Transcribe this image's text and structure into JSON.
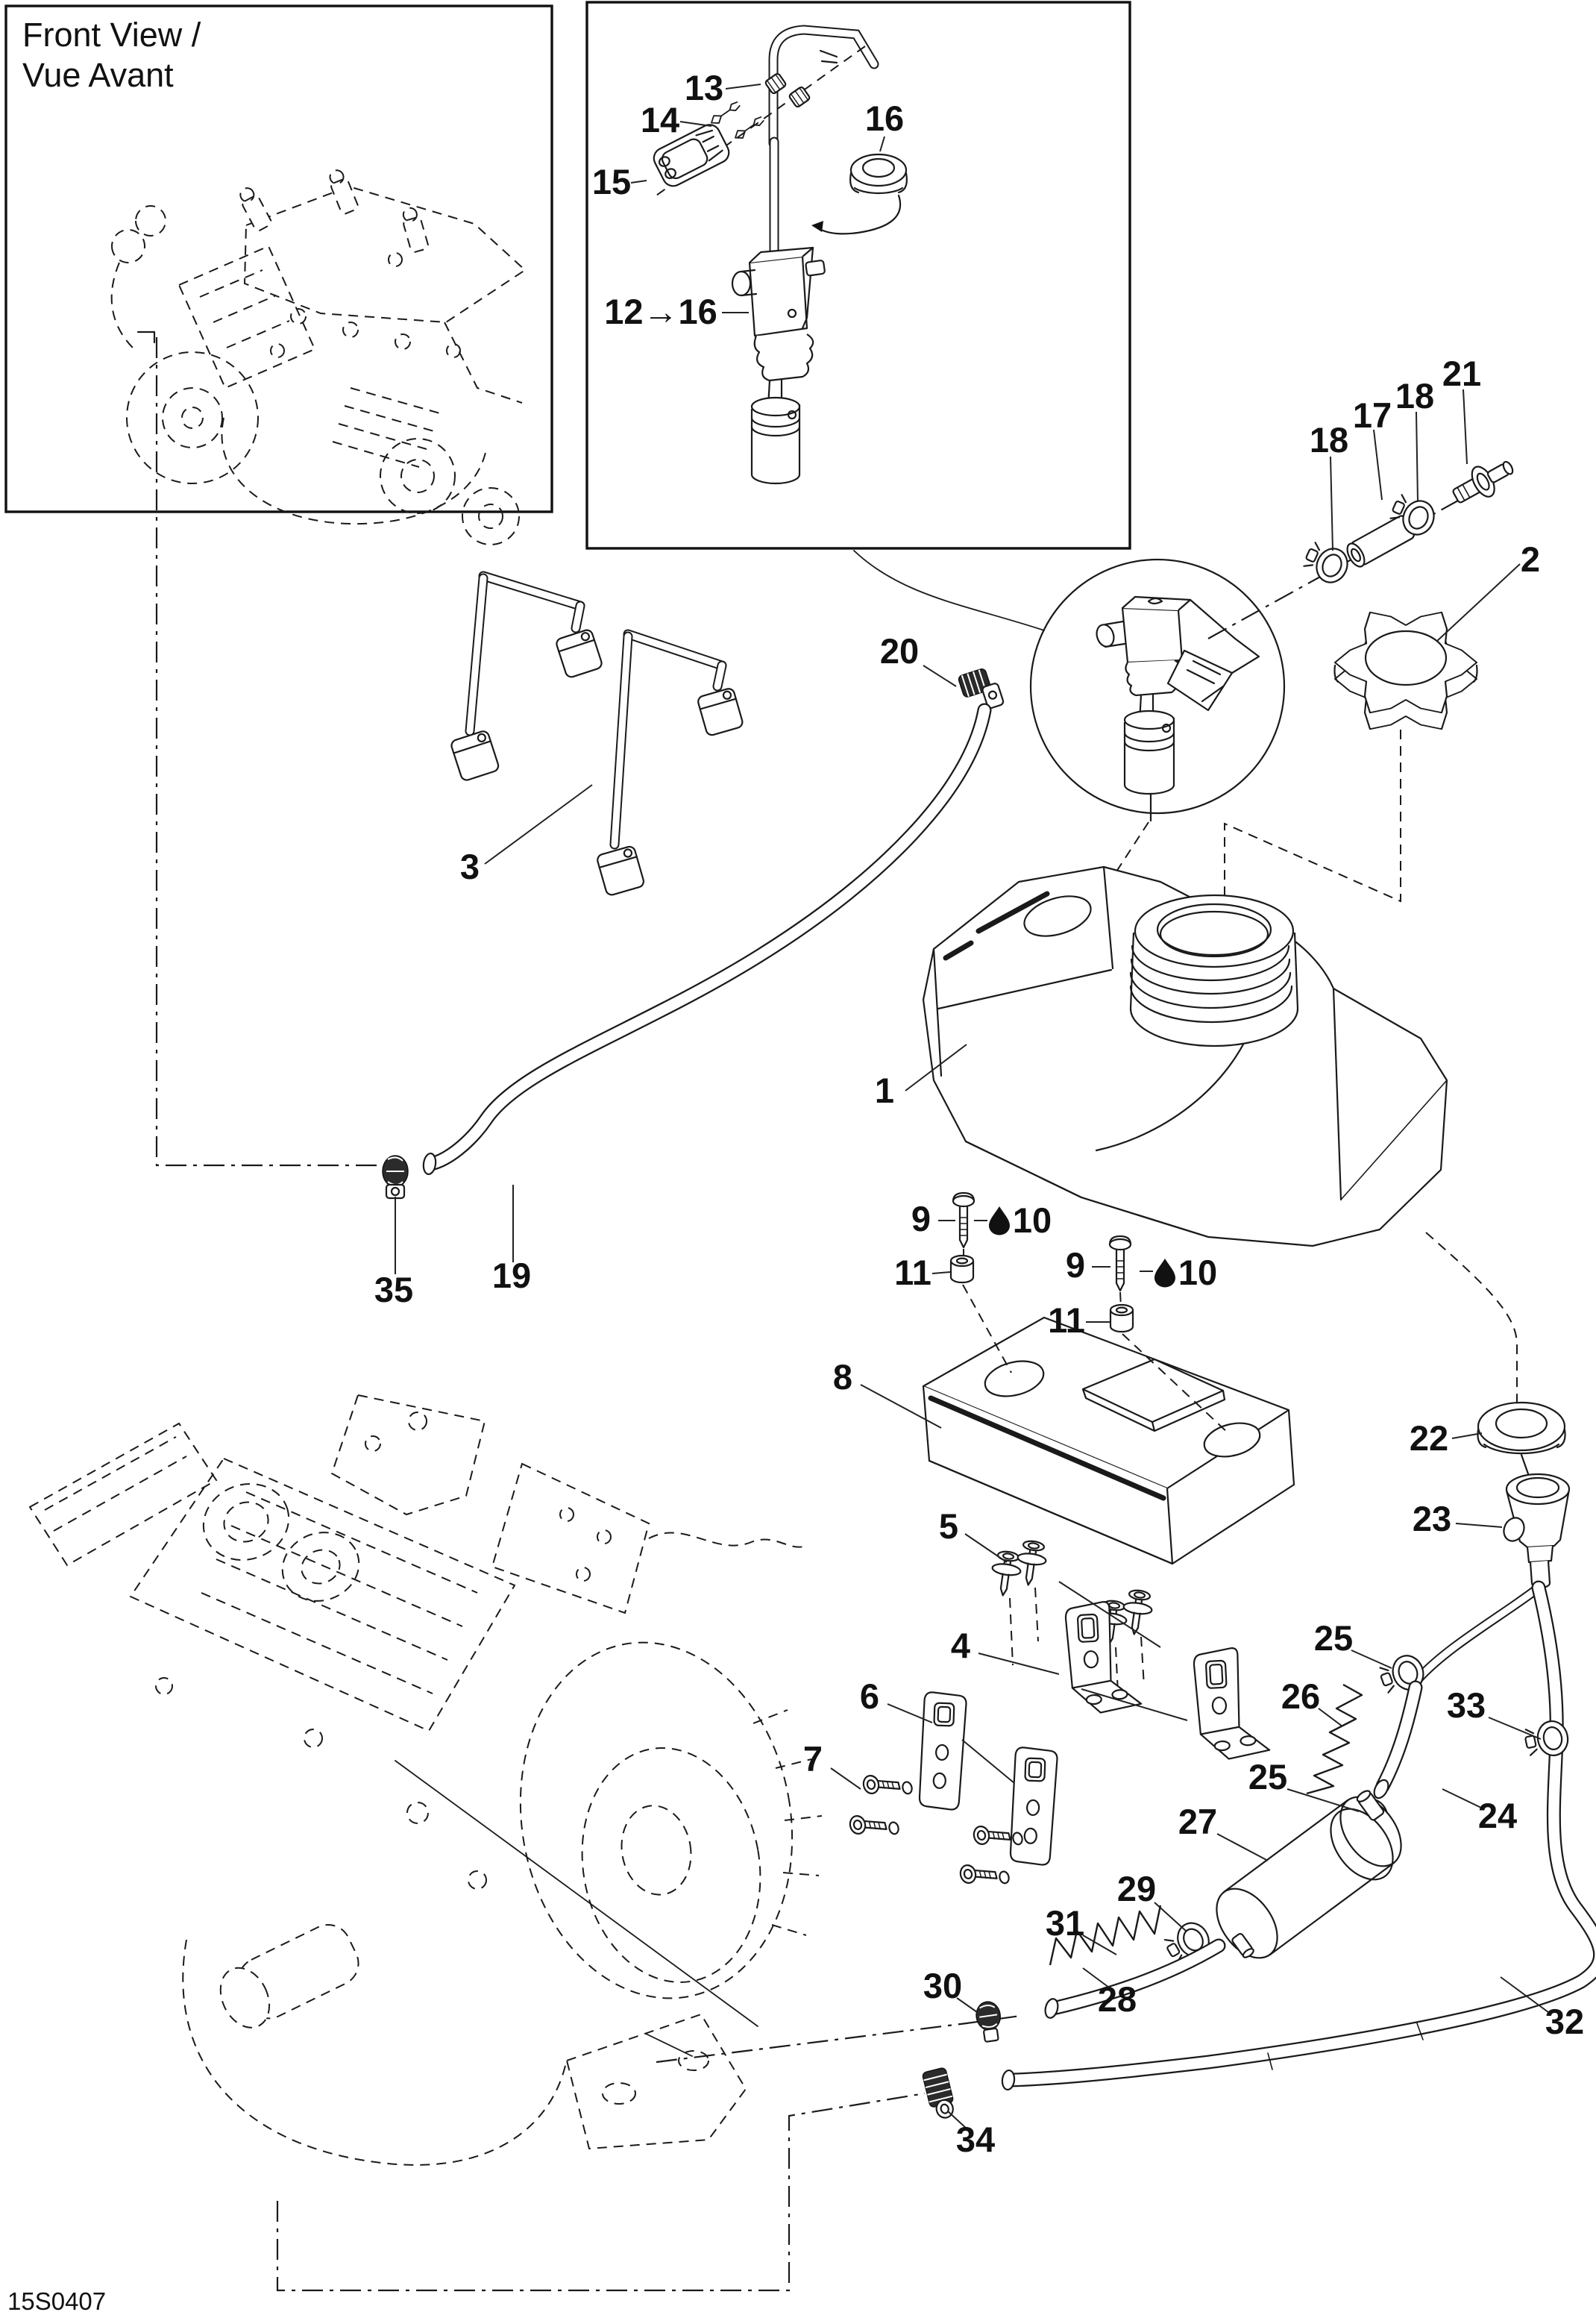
{
  "page": {
    "background": "#ffffff",
    "ink": "#1a1a1a"
  },
  "header": {
    "line1": "Front View /",
    "line2": "Vue Avant"
  },
  "drawing_number": "15S0407",
  "icons": {
    "oil_drop": "oil-drop-icon"
  },
  "callouts": {
    "c1": "1",
    "c2": "2",
    "c3": "3",
    "c4": "4",
    "c5": "5",
    "c6": "6",
    "c7": "7",
    "c8": "8",
    "c9a": "9",
    "c9b": "9",
    "c10a": "10",
    "c10b": "10",
    "c11a": "11",
    "c11b": "11",
    "c12_16": "12→16",
    "c13": "13",
    "c14": "14",
    "c15": "15",
    "c16": "16",
    "c17": "17",
    "c18a": "18",
    "c18b": "18",
    "c19": "19",
    "c20": "20",
    "c21": "21",
    "c22": "22",
    "c23": "23",
    "c24": "24",
    "c25a": "25",
    "c25b": "25",
    "c26": "26",
    "c27": "27",
    "c28": "28",
    "c29": "29",
    "c30": "30",
    "c31": "31",
    "c32": "32",
    "c33": "33",
    "c34": "34",
    "c35": "35"
  }
}
